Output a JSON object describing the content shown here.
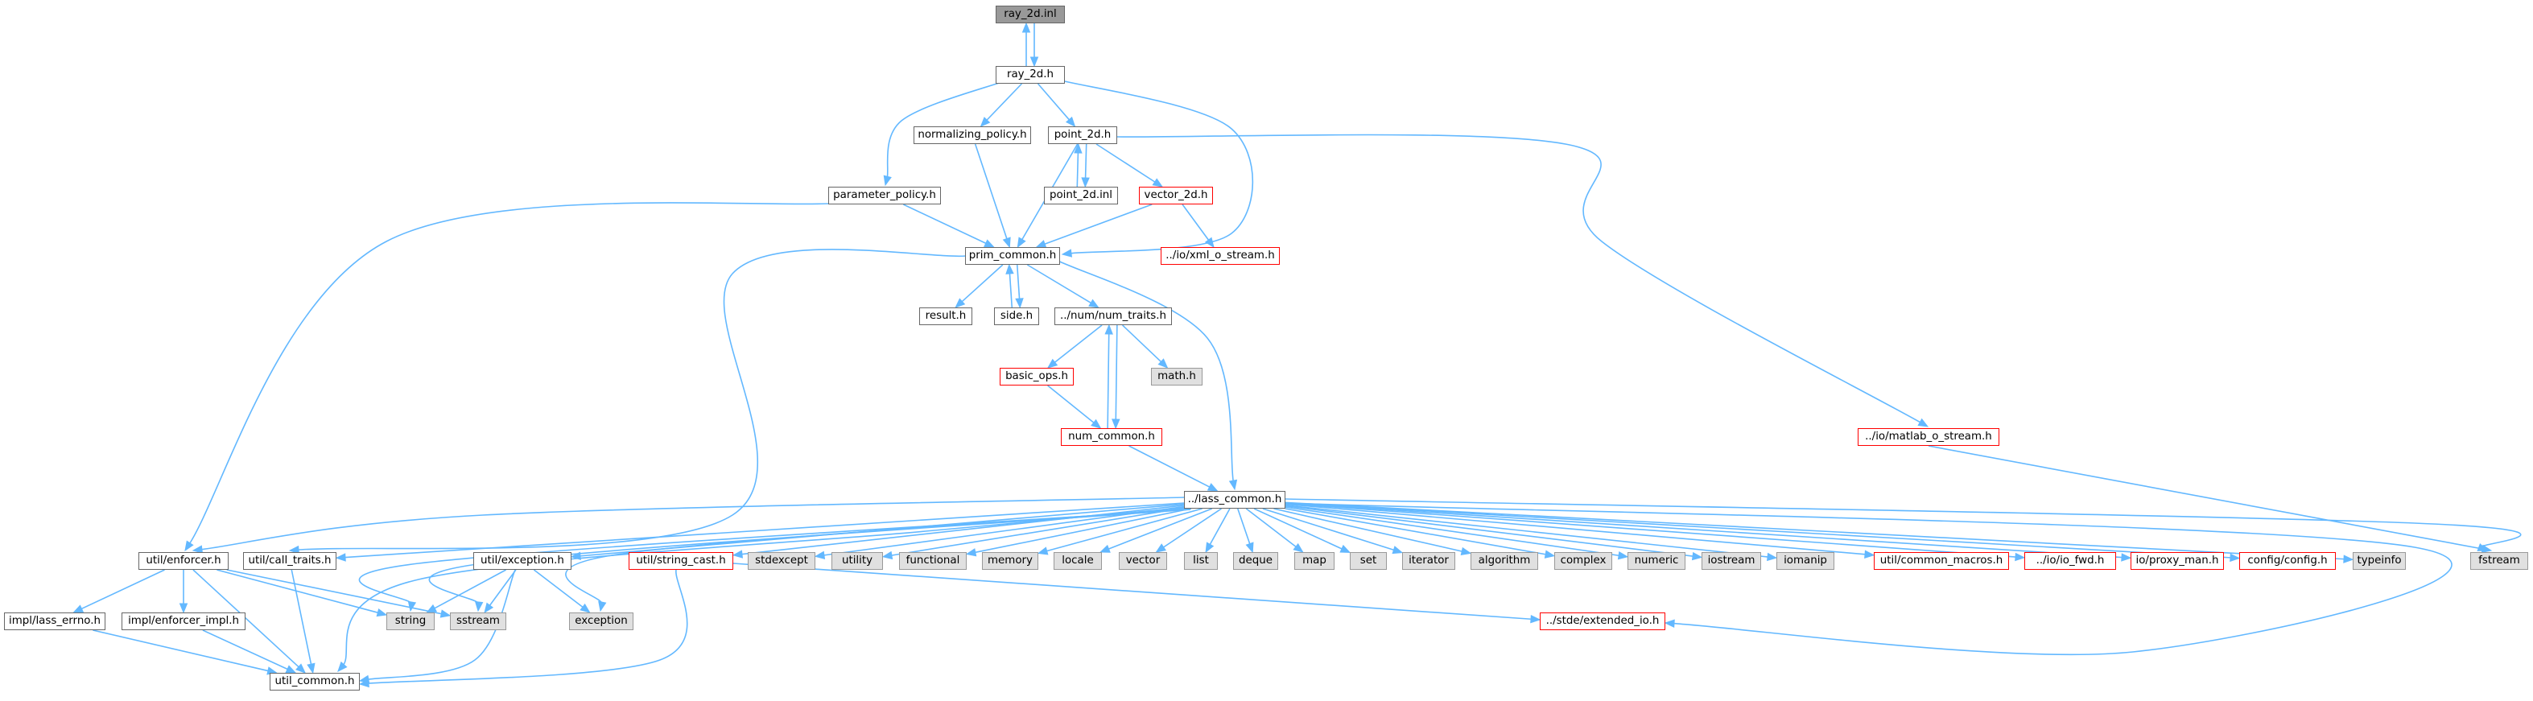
{
  "graph": {
    "colors": {
      "edge": "#63b8ff",
      "root_fill": "#999999",
      "external_fill": "#e0e0e0",
      "missing_border": "#ff0000"
    },
    "nodes": [
      {
        "id": "ray_2d_inl",
        "label": "ray_2d.inl",
        "style": "root"
      },
      {
        "id": "ray_2d_h",
        "label": "ray_2d.h",
        "style": "normal"
      },
      {
        "id": "normalizing_policy_h",
        "label": "normalizing_policy.h",
        "style": "normal"
      },
      {
        "id": "point_2d_h",
        "label": "point_2d.h",
        "style": "normal"
      },
      {
        "id": "point_2d_inl",
        "label": "point_2d.inl",
        "style": "normal"
      },
      {
        "id": "vector_2d_h",
        "label": "vector_2d.h",
        "style": "red"
      },
      {
        "id": "parameter_policy_h",
        "label": "parameter_policy.h",
        "style": "normal"
      },
      {
        "id": "prim_common_h",
        "label": "prim_common.h",
        "style": "normal"
      },
      {
        "id": "xml_o_stream_h",
        "label": "../io/xml_o_stream.h",
        "style": "red"
      },
      {
        "id": "result_h",
        "label": "result.h",
        "style": "normal"
      },
      {
        "id": "side_h",
        "label": "side.h",
        "style": "normal"
      },
      {
        "id": "num_traits_h",
        "label": "../num/num_traits.h",
        "style": "normal"
      },
      {
        "id": "basic_ops_h",
        "label": "basic_ops.h",
        "style": "red"
      },
      {
        "id": "math_h",
        "label": "math.h",
        "style": "ext"
      },
      {
        "id": "num_common_h",
        "label": "num_common.h",
        "style": "red"
      },
      {
        "id": "matlab_o_stream_h",
        "label": "../io/matlab_o_stream.h",
        "style": "red"
      },
      {
        "id": "lass_common_h",
        "label": "../lass_common.h",
        "style": "normal"
      },
      {
        "id": "enforcer_h",
        "label": "util/enforcer.h",
        "style": "normal"
      },
      {
        "id": "call_traits_h",
        "label": "util/call_traits.h",
        "style": "normal"
      },
      {
        "id": "exception_h",
        "label": "util/exception.h",
        "style": "normal"
      },
      {
        "id": "string_cast_h",
        "label": "util/string_cast.h",
        "style": "red"
      },
      {
        "id": "stdexcept",
        "label": "stdexcept",
        "style": "ext"
      },
      {
        "id": "utility",
        "label": "utility",
        "style": "ext"
      },
      {
        "id": "functional",
        "label": "functional",
        "style": "ext"
      },
      {
        "id": "memory",
        "label": "memory",
        "style": "ext"
      },
      {
        "id": "locale",
        "label": "locale",
        "style": "ext"
      },
      {
        "id": "vector",
        "label": "vector",
        "style": "ext"
      },
      {
        "id": "list",
        "label": "list",
        "style": "ext"
      },
      {
        "id": "deque",
        "label": "deque",
        "style": "ext"
      },
      {
        "id": "map",
        "label": "map",
        "style": "ext"
      },
      {
        "id": "set",
        "label": "set",
        "style": "ext"
      },
      {
        "id": "iterator",
        "label": "iterator",
        "style": "ext"
      },
      {
        "id": "algorithm",
        "label": "algorithm",
        "style": "ext"
      },
      {
        "id": "complex",
        "label": "complex",
        "style": "ext"
      },
      {
        "id": "numeric",
        "label": "numeric",
        "style": "ext"
      },
      {
        "id": "iostream",
        "label": "iostream",
        "style": "ext"
      },
      {
        "id": "iomanip",
        "label": "iomanip",
        "style": "ext"
      },
      {
        "id": "common_macros_h",
        "label": "util/common_macros.h",
        "style": "red"
      },
      {
        "id": "io_fwd_h",
        "label": "../io/io_fwd.h",
        "style": "red"
      },
      {
        "id": "proxy_man_h",
        "label": "io/proxy_man.h",
        "style": "red"
      },
      {
        "id": "config_h",
        "label": "config/config.h",
        "style": "red"
      },
      {
        "id": "typeinfo",
        "label": "typeinfo",
        "style": "ext"
      },
      {
        "id": "fstream",
        "label": "fstream",
        "style": "ext"
      },
      {
        "id": "lass_errno_h",
        "label": "impl/lass_errno.h",
        "style": "normal"
      },
      {
        "id": "enforcer_impl_h",
        "label": "impl/enforcer_impl.h",
        "style": "normal"
      },
      {
        "id": "string",
        "label": "string",
        "style": "ext"
      },
      {
        "id": "sstream",
        "label": "sstream",
        "style": "ext"
      },
      {
        "id": "exception",
        "label": "exception",
        "style": "ext"
      },
      {
        "id": "extended_io_h",
        "label": "../stde/extended_io.h",
        "style": "red"
      },
      {
        "id": "util_common_h",
        "label": "util_common.h",
        "style": "normal"
      }
    ],
    "edges": [
      [
        "ray_2d_inl",
        "ray_2d_h"
      ],
      [
        "ray_2d_h",
        "ray_2d_inl"
      ],
      [
        "ray_2d_h",
        "normalizing_policy_h"
      ],
      [
        "ray_2d_h",
        "point_2d_h"
      ],
      [
        "ray_2d_h",
        "parameter_policy_h"
      ],
      [
        "ray_2d_h",
        "prim_common_h"
      ],
      [
        "normalizing_policy_h",
        "prim_common_h"
      ],
      [
        "point_2d_h",
        "point_2d_inl"
      ],
      [
        "point_2d_inl",
        "point_2d_h"
      ],
      [
        "point_2d_h",
        "vector_2d_h"
      ],
      [
        "point_2d_h",
        "prim_common_h"
      ],
      [
        "point_2d_h",
        "matlab_o_stream_h"
      ],
      [
        "vector_2d_h",
        "prim_common_h"
      ],
      [
        "vector_2d_h",
        "xml_o_stream_h"
      ],
      [
        "parameter_policy_h",
        "prim_common_h"
      ],
      [
        "parameter_policy_h",
        "enforcer_h"
      ],
      [
        "prim_common_h",
        "result_h"
      ],
      [
        "prim_common_h",
        "side_h"
      ],
      [
        "side_h",
        "prim_common_h"
      ],
      [
        "prim_common_h",
        "num_traits_h"
      ],
      [
        "prim_common_h",
        "lass_common_h"
      ],
      [
        "prim_common_h",
        "call_traits_h"
      ],
      [
        "num_traits_h",
        "basic_ops_h"
      ],
      [
        "num_traits_h",
        "math_h"
      ],
      [
        "num_traits_h",
        "num_common_h"
      ],
      [
        "num_common_h",
        "num_traits_h"
      ],
      [
        "basic_ops_h",
        "num_common_h"
      ],
      [
        "num_common_h",
        "lass_common_h"
      ],
      [
        "matlab_o_stream_h",
        "fstream"
      ],
      [
        "lass_common_h",
        "enforcer_h"
      ],
      [
        "lass_common_h",
        "call_traits_h"
      ],
      [
        "lass_common_h",
        "exception_h"
      ],
      [
        "lass_common_h",
        "string_cast_h"
      ],
      [
        "lass_common_h",
        "stdexcept"
      ],
      [
        "lass_common_h",
        "utility"
      ],
      [
        "lass_common_h",
        "functional"
      ],
      [
        "lass_common_h",
        "memory"
      ],
      [
        "lass_common_h",
        "locale"
      ],
      [
        "lass_common_h",
        "vector"
      ],
      [
        "lass_common_h",
        "list"
      ],
      [
        "lass_common_h",
        "deque"
      ],
      [
        "lass_common_h",
        "map"
      ],
      [
        "lass_common_h",
        "set"
      ],
      [
        "lass_common_h",
        "iterator"
      ],
      [
        "lass_common_h",
        "algorithm"
      ],
      [
        "lass_common_h",
        "complex"
      ],
      [
        "lass_common_h",
        "numeric"
      ],
      [
        "lass_common_h",
        "iostream"
      ],
      [
        "lass_common_h",
        "iomanip"
      ],
      [
        "lass_common_h",
        "common_macros_h"
      ],
      [
        "lass_common_h",
        "io_fwd_h"
      ],
      [
        "lass_common_h",
        "proxy_man_h"
      ],
      [
        "lass_common_h",
        "config_h"
      ],
      [
        "lass_common_h",
        "typeinfo"
      ],
      [
        "lass_common_h",
        "fstream"
      ],
      [
        "lass_common_h",
        "string"
      ],
      [
        "lass_common_h",
        "sstream"
      ],
      [
        "lass_common_h",
        "exception"
      ],
      [
        "lass_common_h",
        "extended_io_h"
      ],
      [
        "lass_common_h",
        "util_common_h"
      ],
      [
        "enforcer_h",
        "lass_errno_h"
      ],
      [
        "enforcer_h",
        "enforcer_impl_h"
      ],
      [
        "enforcer_h",
        "string"
      ],
      [
        "enforcer_h",
        "sstream"
      ],
      [
        "enforcer_h",
        "util_common_h"
      ],
      [
        "call_traits_h",
        "util_common_h"
      ],
      [
        "exception_h",
        "string"
      ],
      [
        "exception_h",
        "sstream"
      ],
      [
        "exception_h",
        "exception"
      ],
      [
        "exception_h",
        "util_common_h"
      ],
      [
        "string_cast_h",
        "extended_io_h"
      ],
      [
        "string_cast_h",
        "util_common_h"
      ],
      [
        "lass_errno_h",
        "util_common_h"
      ],
      [
        "enforcer_impl_h",
        "util_common_h"
      ]
    ]
  }
}
